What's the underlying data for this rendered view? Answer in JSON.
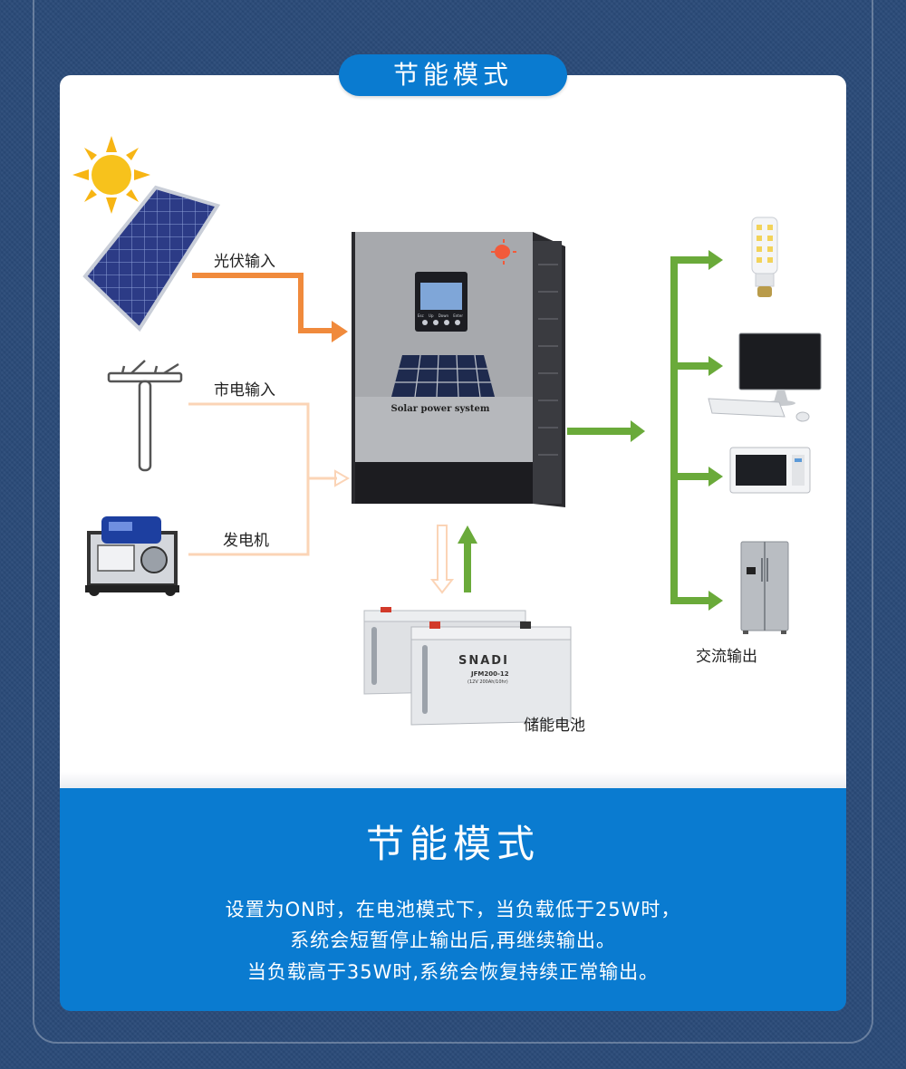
{
  "header": {
    "title": "节能模式"
  },
  "diagram": {
    "inputs": {
      "pv_label": "光伏输入",
      "grid_label": "市电输入",
      "generator_label": "发电机"
    },
    "inverter": {
      "brand_text": "Solar power system",
      "screen_buttons": [
        "Esc",
        "Up",
        "Down",
        "Enter"
      ]
    },
    "battery": {
      "label": "储能电池",
      "brand": "SNADI",
      "model": "JFM200-12",
      "spec": "(12V 200Ah/10hr)"
    },
    "output": {
      "label": "交流输出"
    }
  },
  "panel": {
    "title": "节能模式",
    "lines": [
      "设置为ON时，在电池模式下，当负载低于25W时，",
      "系统会短暂停止输出后,再继续输出。",
      "当负载高于35W时,系统会恢复持续正常输出。"
    ]
  },
  "colors": {
    "accent_blue": "#0a7bd0",
    "pv_arrow": "#f08a3c",
    "output_arrow": "#6aaa3a",
    "background": "#2a4a78"
  }
}
